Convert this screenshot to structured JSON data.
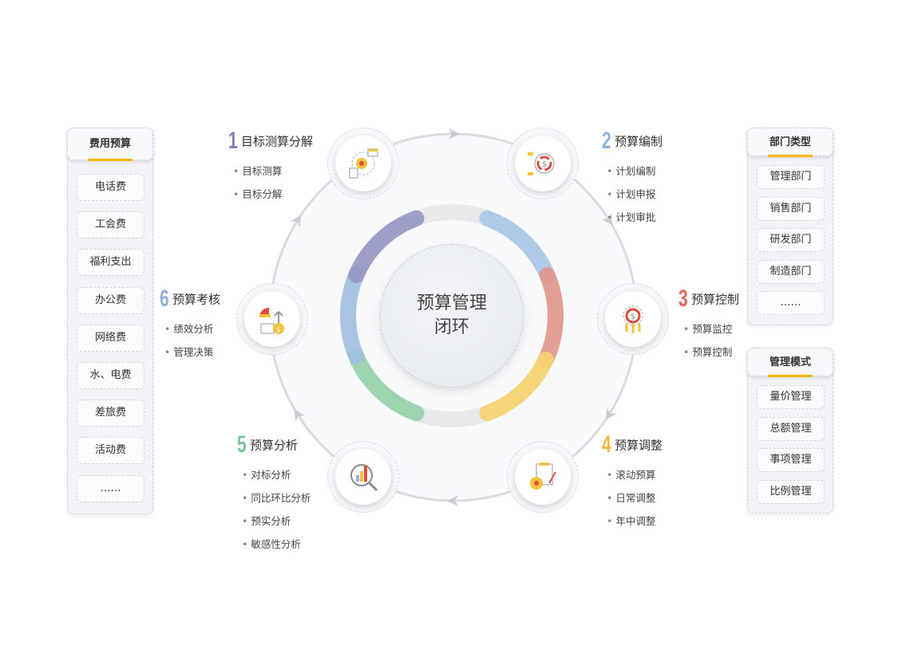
{
  "center": {
    "line1": "预算管理",
    "line2": "闭环"
  },
  "stages": [
    {
      "num": "1",
      "title": "目标测算分解",
      "color": "#7b80b9",
      "icon": "target-gear-icon",
      "items": [
        "目标测算",
        "目标分解"
      ]
    },
    {
      "num": "2",
      "title": "预算编制",
      "color": "#8fb3de",
      "icon": "dollar-cycle-icon",
      "items": [
        "计划编制",
        "计划申报",
        "计划审批"
      ]
    },
    {
      "num": "3",
      "title": "预算控制",
      "color": "#e0675a",
      "icon": "dollar-control-icon",
      "items": [
        "预算监控",
        "预算控制"
      ]
    },
    {
      "num": "4",
      "title": "预算调整",
      "color": "#f2b83a",
      "icon": "clipboard-gear-icon",
      "items": [
        "滚动预算",
        "日常调整",
        "年中调整"
      ]
    },
    {
      "num": "5",
      "title": "预算分析",
      "color": "#7cc69a",
      "icon": "chart-magnifier-icon",
      "items": [
        "对标分析",
        "同比环比分析",
        "预实分析",
        "敏感性分析"
      ]
    },
    {
      "num": "6",
      "title": "预算考核",
      "color": "#8fb3de",
      "icon": "coins-chart-icon",
      "items": [
        "绩效分析",
        "管理决策"
      ]
    }
  ],
  "ring_colors": {
    "stage1": "#9597c4",
    "stage2": "#a9c6e6",
    "stage3": "#e4968a",
    "stage4": "#f6d46e",
    "stage5": "#95d0a8",
    "stage6": "#a2c0e2",
    "track": "#e8e9eb"
  },
  "left_panel": {
    "title": "费用预算",
    "items": [
      "电话费",
      "工会费",
      "福利支出",
      "办公费",
      "网络费",
      "水、电费",
      "差旅费",
      "活动费",
      "……"
    ]
  },
  "right_panel_1": {
    "title": "部门类型",
    "items": [
      "管理部门",
      "销售部门",
      "研发部门",
      "制造部门",
      "……"
    ]
  },
  "right_panel_2": {
    "title": "管理模式",
    "items": [
      "量价管理",
      "总额管理",
      "事项管理",
      "比例管理"
    ]
  }
}
